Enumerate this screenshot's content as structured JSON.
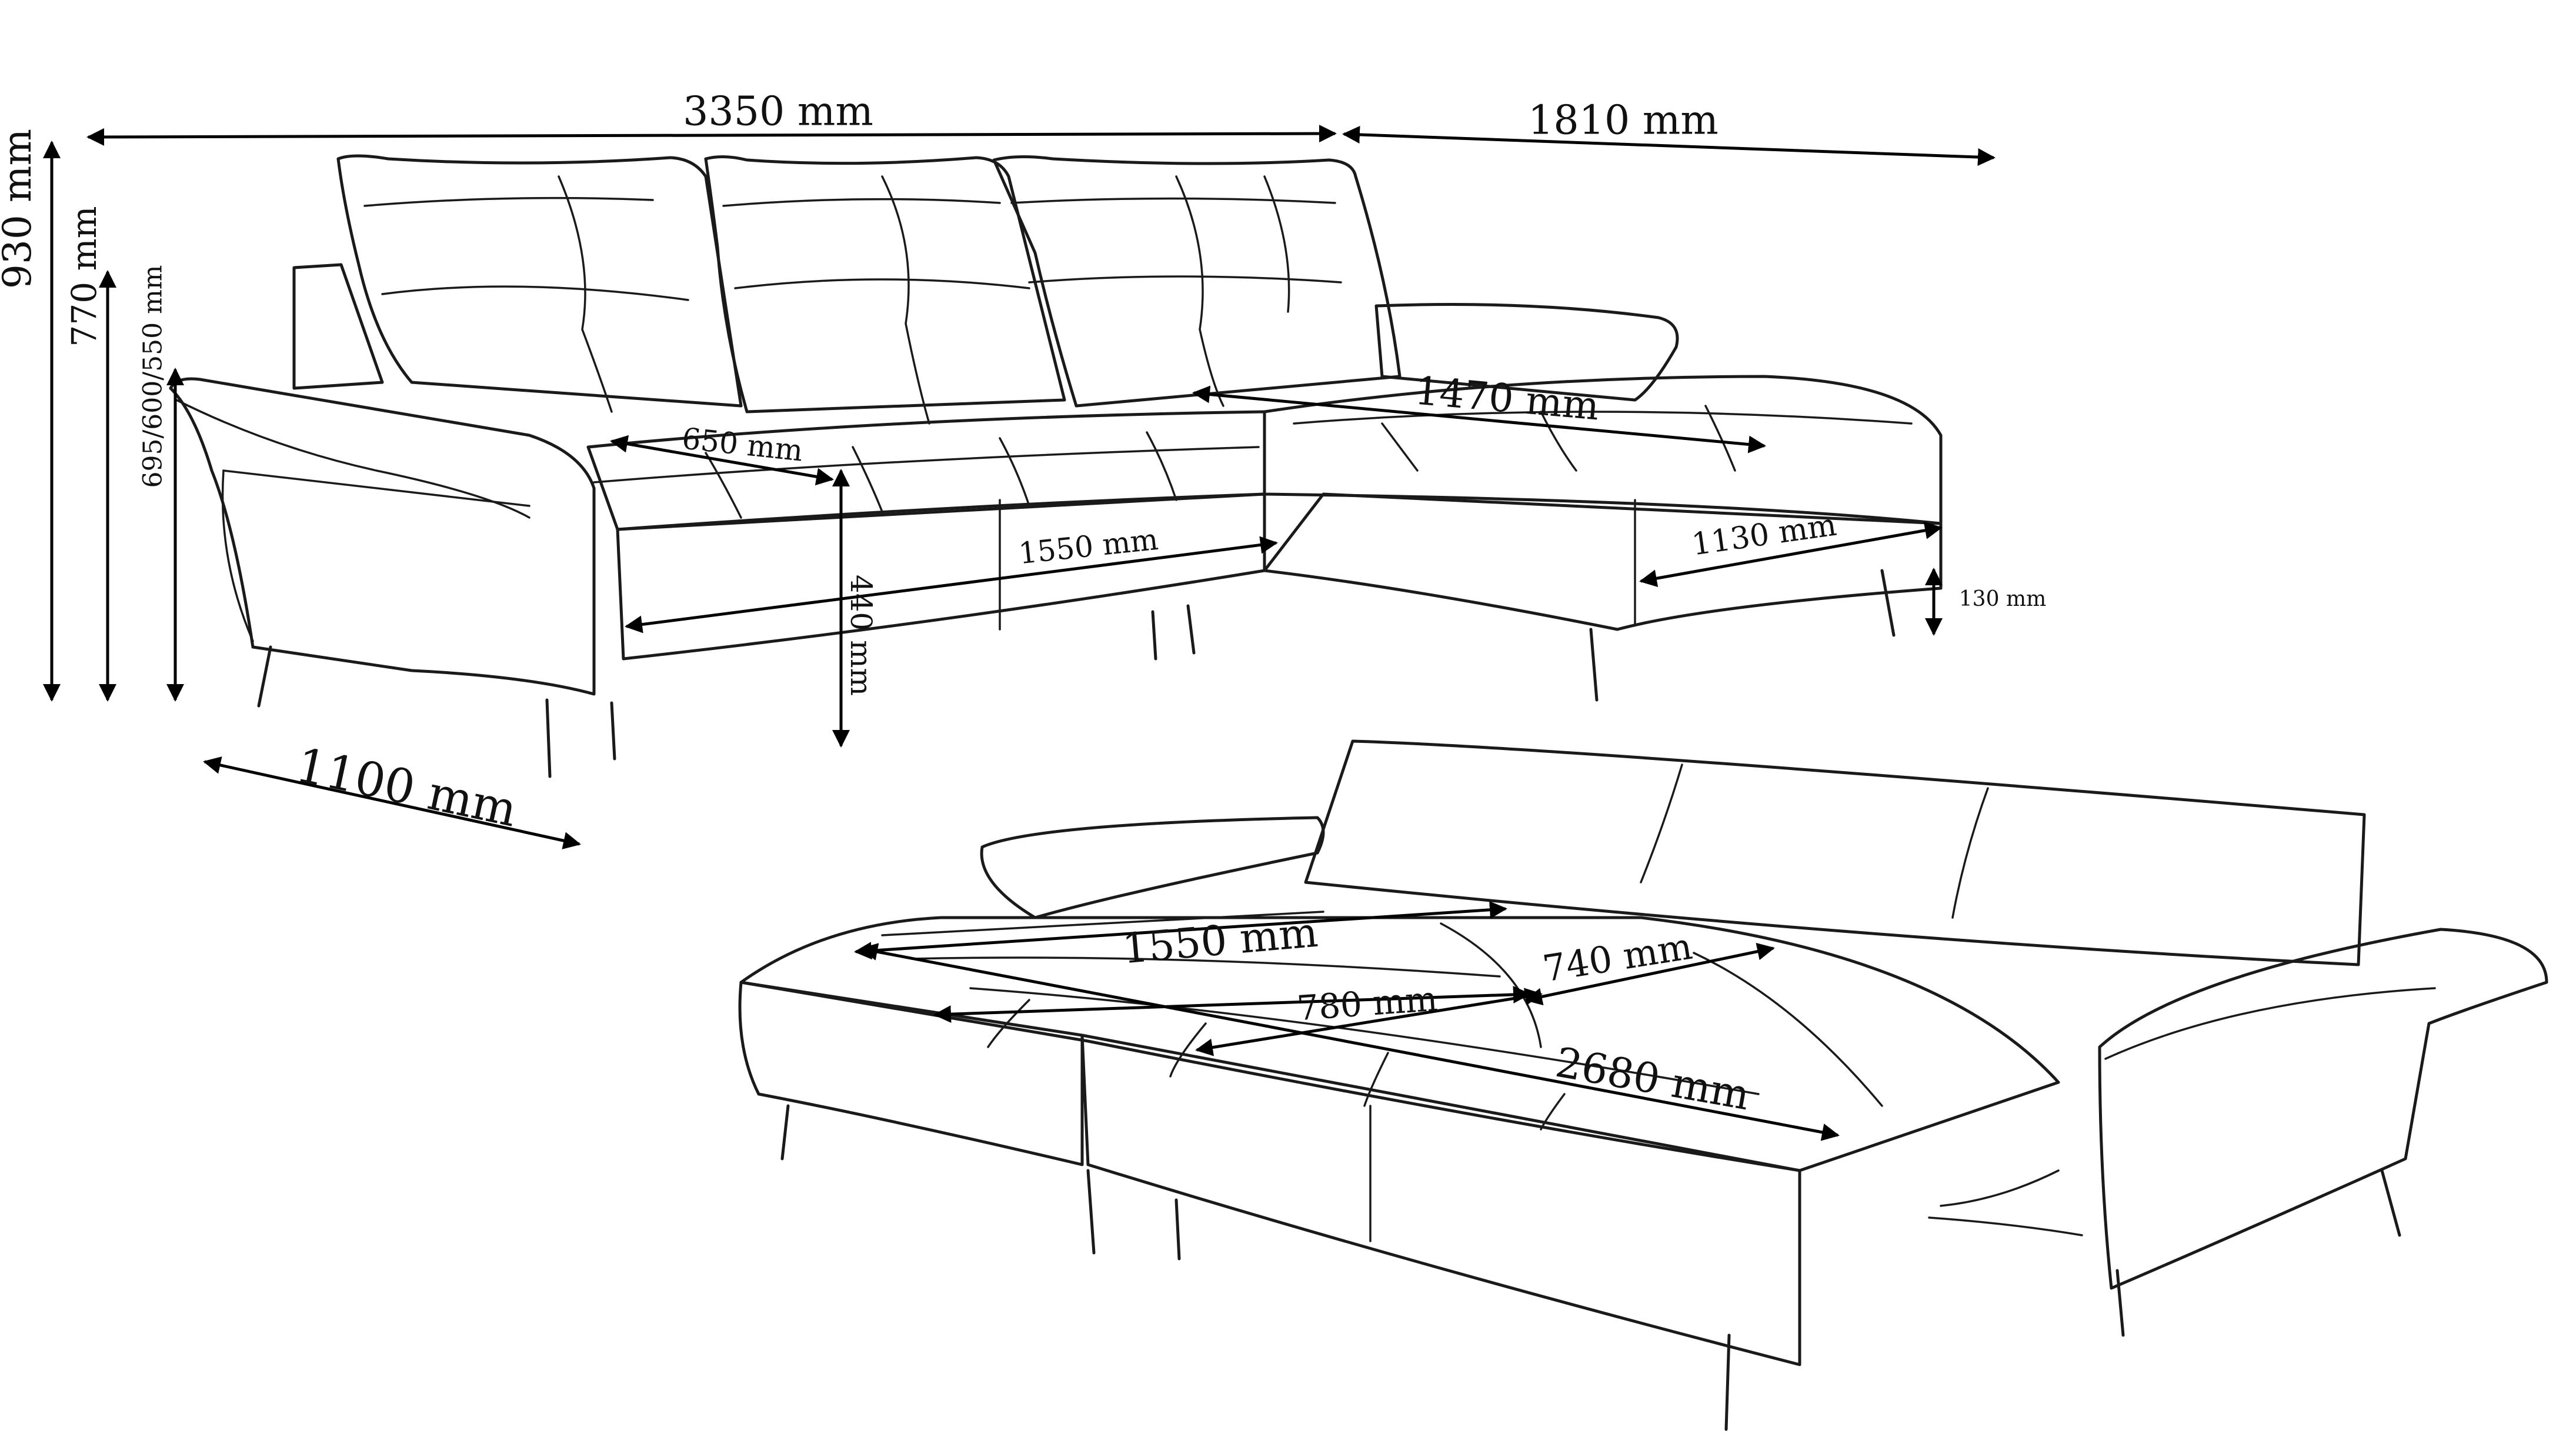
{
  "dimensions": {
    "overall_width": "3350 mm",
    "chaise_length": "1810 mm",
    "total_height": "930 mm",
    "back_height": "770 mm",
    "armrest_heights": "695/600/550 mm",
    "depth": "1100 mm",
    "seat_depth": "650 mm",
    "chaise_top_length": "1470 mm",
    "seat_width": "1550 mm",
    "chaise_width": "1130 mm",
    "leg_height": "130 mm",
    "seat_height": "440 mm",
    "bed_chaise_length": "1550 mm",
    "bed_extension": "740 mm",
    "bed_width": "780 mm",
    "bed_length": "2680 mm"
  },
  "colors": {
    "line": "#1a1a1a",
    "background": "#ffffff"
  }
}
